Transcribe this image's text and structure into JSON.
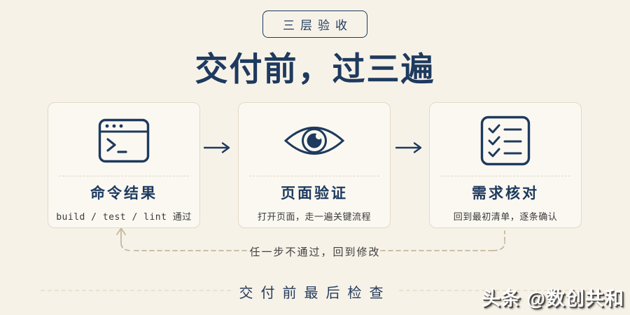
{
  "badge": {
    "label": "三层验收"
  },
  "title": "交付前，过三遍",
  "steps": [
    {
      "icon": "terminal-window-icon",
      "title": "命令结果",
      "subtitle": "build / test / lint 通过"
    },
    {
      "icon": "eye-icon",
      "title": "页面验证",
      "subtitle": "打开页面，走一遍关键流程"
    },
    {
      "icon": "checklist-icon",
      "title": "需求核对",
      "subtitle": "回到最初清单，逐条确认"
    }
  ],
  "feedback_loop": {
    "label": "任一步不通过，回到修改"
  },
  "footer": {
    "caption": "交付前最后检查"
  },
  "watermark": {
    "label": "头条 @数创共和"
  },
  "colors": {
    "background": "#f7f2e8",
    "card_background": "#fbf8f2",
    "card_border": "#e3dac6",
    "navy": "#1e3a5e",
    "subtitle_gray": "#3a3a3a",
    "loop_dash": "#c3b89f",
    "footer_dash": "#e9e2d0",
    "watermark_shadow": "#4e4c45"
  }
}
